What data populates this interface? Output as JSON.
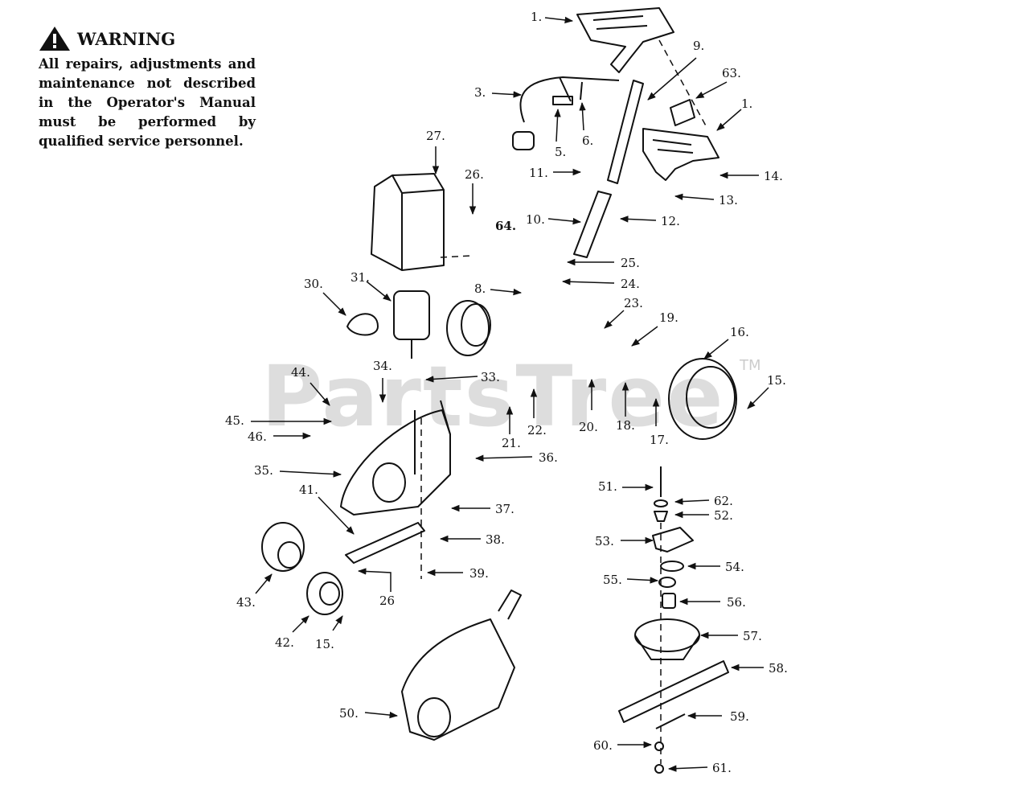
{
  "warning": {
    "title": "WARNING",
    "text": "All repairs, adjustments and maintenance not described in the Operator's Manual must be performed by qualified service personnel."
  },
  "watermark": {
    "brand": "PartsTree",
    "trademark": "TM"
  },
  "callouts": [
    {
      "id": "c1a",
      "label": "1."
    },
    {
      "id": "c3",
      "label": "3."
    },
    {
      "id": "c5",
      "label": "5."
    },
    {
      "id": "c6",
      "label": "6."
    },
    {
      "id": "c9",
      "label": "9."
    },
    {
      "id": "c63",
      "label": "63."
    },
    {
      "id": "c1b",
      "label": "1."
    },
    {
      "id": "c14",
      "label": "14."
    },
    {
      "id": "c13",
      "label": "13."
    },
    {
      "id": "c11",
      "label": "11."
    },
    {
      "id": "c10",
      "label": "10."
    },
    {
      "id": "c12",
      "label": "12."
    },
    {
      "id": "c27",
      "label": "27."
    },
    {
      "id": "c26a",
      "label": "26."
    },
    {
      "id": "c64",
      "label": "64."
    },
    {
      "id": "c25",
      "label": "25."
    },
    {
      "id": "c24",
      "label": "24."
    },
    {
      "id": "c8",
      "label": "8."
    },
    {
      "id": "c31",
      "label": "31."
    },
    {
      "id": "c30",
      "label": "30."
    },
    {
      "id": "c23",
      "label": "23."
    },
    {
      "id": "c19",
      "label": "19."
    },
    {
      "id": "c16",
      "label": "16."
    },
    {
      "id": "c15a",
      "label": "15."
    },
    {
      "id": "c44",
      "label": "44."
    },
    {
      "id": "c34",
      "label": "34."
    },
    {
      "id": "c33",
      "label": "33."
    },
    {
      "id": "c45",
      "label": "45."
    },
    {
      "id": "c46",
      "label": "46."
    },
    {
      "id": "c21",
      "label": "21."
    },
    {
      "id": "c22",
      "label": "22."
    },
    {
      "id": "c20",
      "label": "20."
    },
    {
      "id": "c18",
      "label": "18."
    },
    {
      "id": "c17",
      "label": "17."
    },
    {
      "id": "c35",
      "label": "35."
    },
    {
      "id": "c36",
      "label": "36."
    },
    {
      "id": "c41",
      "label": "41."
    },
    {
      "id": "c37",
      "label": "37."
    },
    {
      "id": "c38",
      "label": "38."
    },
    {
      "id": "c39",
      "label": "39."
    },
    {
      "id": "c26b",
      "label": "26"
    },
    {
      "id": "c43",
      "label": "43."
    },
    {
      "id": "c42",
      "label": "42."
    },
    {
      "id": "c15b",
      "label": "15."
    },
    {
      "id": "c51",
      "label": "51."
    },
    {
      "id": "c62",
      "label": "62."
    },
    {
      "id": "c52",
      "label": "52."
    },
    {
      "id": "c53",
      "label": "53."
    },
    {
      "id": "c54",
      "label": "54."
    },
    {
      "id": "c55",
      "label": "55."
    },
    {
      "id": "c56",
      "label": "56."
    },
    {
      "id": "c57",
      "label": "57."
    },
    {
      "id": "c58",
      "label": "58."
    },
    {
      "id": "c50",
      "label": "50."
    },
    {
      "id": "c59",
      "label": "59."
    },
    {
      "id": "c60",
      "label": "60."
    },
    {
      "id": "c61",
      "label": "61."
    }
  ]
}
